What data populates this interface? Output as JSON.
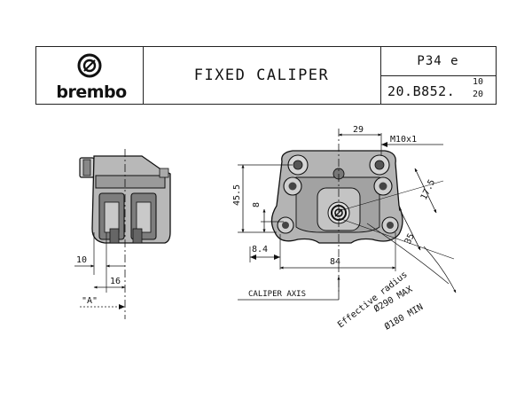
{
  "title_block": {
    "brand": "brembo",
    "title": "FIXED CALIPER",
    "model": "P34 e",
    "code_main": "20.B852.",
    "code_sup": "10",
    "code_sub": "20"
  },
  "side_view": {
    "dim_10": "10",
    "dim_16": "16",
    "ref_a": "\"A\""
  },
  "front_view": {
    "dim_29": "29",
    "thread": "M10x1",
    "dim_45_5": "45.5",
    "dim_8": "8",
    "dim_8_4": "8.4",
    "dim_84": "84",
    "dim_17_5": "17.5",
    "dim_35": "35",
    "caliper_axis": "CALIPER AXIS",
    "effective_radius": "Effective radius",
    "disc_max": "Ø290 MAX",
    "disc_min": "Ø180 MIN"
  },
  "colors": {
    "ink": "#111111",
    "metal": "#9a9a9a"
  }
}
